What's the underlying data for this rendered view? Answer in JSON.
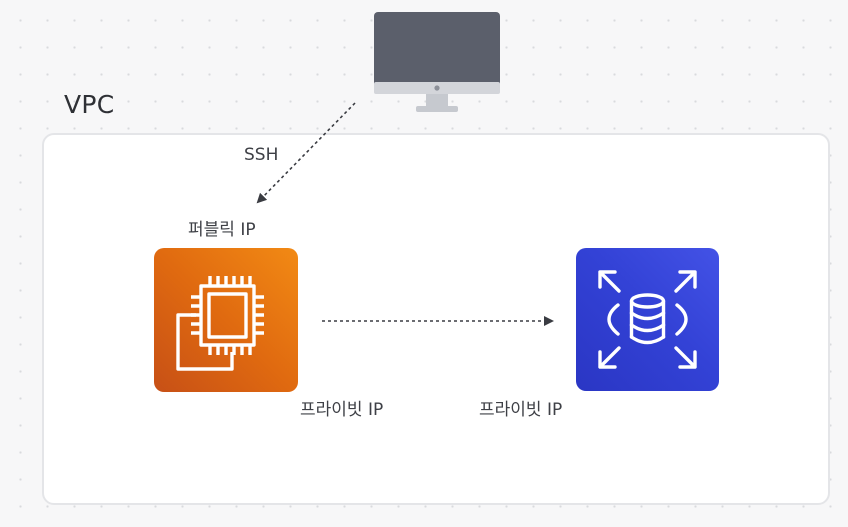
{
  "vpc": {
    "label": "VPC"
  },
  "client": {
    "icon": "desktop-computer-icon"
  },
  "ssh": {
    "label": "SSH"
  },
  "ec2": {
    "icon": "ec2-instance-icon",
    "public_ip_label": "퍼블릭 IP",
    "private_ip_label": "프라이빗 IP",
    "color": "#e8741a"
  },
  "rds": {
    "icon": "rds-database-icon",
    "private_ip_label": "프라이빗 IP",
    "color": "#3342d6"
  }
}
